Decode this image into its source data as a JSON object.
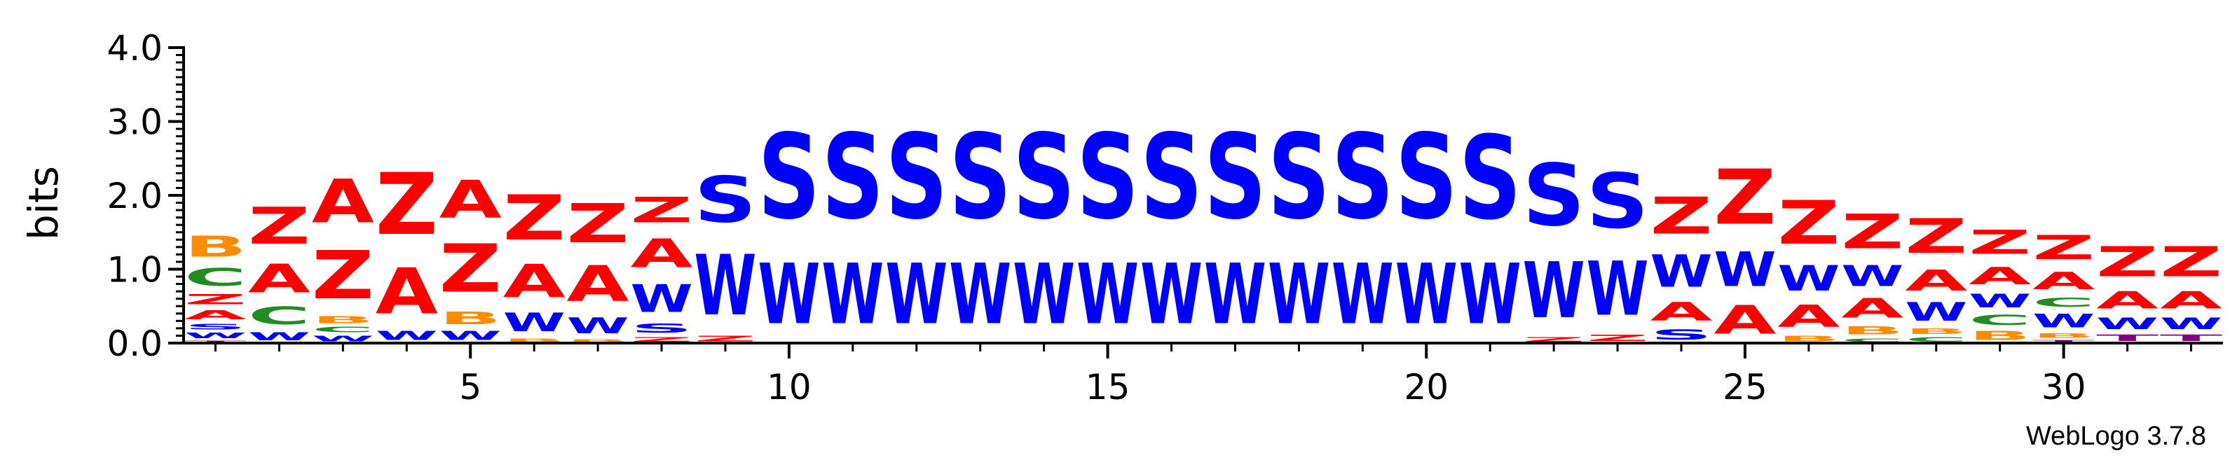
{
  "chart_data": {
    "type": "sequence-logo",
    "ylabel": "bits",
    "ylim": [
      0,
      4
    ],
    "y_ticks": [
      "0.0",
      "1.0",
      "2.0",
      "3.0",
      "4.0"
    ],
    "x_ticks": [
      5,
      10,
      15,
      20,
      25,
      30
    ],
    "x_range": [
      1,
      32
    ],
    "colors": {
      "A": "#ff0000",
      "Z": "#ff0000",
      "S": "#0000ff",
      "W": "#0000ff",
      "B": "#ff8c00",
      "C": "#228b22",
      "T": "#800080"
    },
    "columns": [
      {
        "pos": 1,
        "stack": [
          [
            "T",
            0.04
          ],
          [
            "W",
            0.12
          ],
          [
            "S",
            0.12
          ],
          [
            "A",
            0.2
          ],
          [
            "Z",
            0.22
          ],
          [
            "C",
            0.38
          ],
          [
            "B",
            0.45
          ]
        ]
      },
      {
        "pos": 2,
        "stack": [
          [
            "W",
            0.18
          ],
          [
            "C",
            0.38
          ],
          [
            "A",
            0.62
          ],
          [
            "Z",
            0.8
          ]
        ]
      },
      {
        "pos": 3,
        "stack": [
          [
            "W",
            0.12
          ],
          [
            "C",
            0.12
          ],
          [
            "B",
            0.15
          ],
          [
            "Z",
            1.05
          ],
          [
            "A",
            0.95
          ]
        ]
      },
      {
        "pos": 4,
        "stack": [
          [
            "W",
            0.2
          ],
          [
            "A",
            1.0
          ],
          [
            "Z",
            1.35
          ]
        ]
      },
      {
        "pos": 5,
        "stack": [
          [
            "W",
            0.2
          ],
          [
            "B",
            0.28
          ],
          [
            "Z",
            1.05
          ],
          [
            "A",
            0.82
          ]
        ]
      },
      {
        "pos": 6,
        "stack": [
          [
            "B",
            0.08
          ],
          [
            "W",
            0.4
          ],
          [
            "A",
            0.72
          ],
          [
            "Z",
            0.98
          ]
        ]
      },
      {
        "pos": 7,
        "stack": [
          [
            "B",
            0.06
          ],
          [
            "W",
            0.35
          ],
          [
            "A",
            0.78
          ],
          [
            "Z",
            0.85
          ]
        ]
      },
      {
        "pos": 8,
        "stack": [
          [
            "Z",
            0.1
          ],
          [
            "S",
            0.2
          ],
          [
            "W",
            0.6
          ],
          [
            "A",
            0.62
          ],
          [
            "Z",
            0.55
          ]
        ]
      },
      {
        "pos": 9,
        "stack": [
          [
            "Z",
            0.12
          ],
          [
            "W",
            1.32
          ],
          [
            "S",
            1.0
          ]
        ]
      },
      {
        "pos": 10,
        "stack": [
          [
            "W",
            1.32
          ],
          [
            "S",
            1.85
          ]
        ]
      },
      {
        "pos": 11,
        "stack": [
          [
            "W",
            1.32
          ],
          [
            "S",
            1.85
          ]
        ]
      },
      {
        "pos": 12,
        "stack": [
          [
            "W",
            1.32
          ],
          [
            "S",
            1.85
          ]
        ]
      },
      {
        "pos": 13,
        "stack": [
          [
            "W",
            1.32
          ],
          [
            "S",
            1.85
          ]
        ]
      },
      {
        "pos": 14,
        "stack": [
          [
            "W",
            1.32
          ],
          [
            "S",
            1.85
          ]
        ]
      },
      {
        "pos": 15,
        "stack": [
          [
            "W",
            1.32
          ],
          [
            "S",
            1.85
          ]
        ]
      },
      {
        "pos": 16,
        "stack": [
          [
            "W",
            1.32
          ],
          [
            "S",
            1.85
          ]
        ]
      },
      {
        "pos": 17,
        "stack": [
          [
            "W",
            1.32
          ],
          [
            "S",
            1.85
          ]
        ]
      },
      {
        "pos": 18,
        "stack": [
          [
            "W",
            1.32
          ],
          [
            "S",
            1.85
          ]
        ]
      },
      {
        "pos": 19,
        "stack": [
          [
            "W",
            1.32
          ],
          [
            "S",
            1.85
          ]
        ]
      },
      {
        "pos": 20,
        "stack": [
          [
            "W",
            1.32
          ],
          [
            "S",
            1.85
          ]
        ]
      },
      {
        "pos": 21,
        "stack": [
          [
            "W",
            1.32
          ],
          [
            "S",
            1.82
          ]
        ]
      },
      {
        "pos": 22,
        "stack": [
          [
            "Z",
            0.1
          ],
          [
            "W",
            1.22
          ],
          [
            "S",
            1.35
          ]
        ]
      },
      {
        "pos": 23,
        "stack": [
          [
            "Z",
            0.14
          ],
          [
            "W",
            1.18
          ],
          [
            "S",
            1.2
          ]
        ]
      },
      {
        "pos": 24,
        "stack": [
          [
            "S",
            0.22
          ],
          [
            "A",
            0.4
          ],
          [
            "W",
            0.7
          ],
          [
            "Z",
            0.8
          ]
        ]
      },
      {
        "pos": 25,
        "stack": [
          [
            "A",
            0.62
          ],
          [
            "W",
            0.75
          ],
          [
            "Z",
            1.2
          ]
        ]
      },
      {
        "pos": 26,
        "stack": [
          [
            "B",
            0.12
          ],
          [
            "A",
            0.48
          ],
          [
            "W",
            0.55
          ],
          [
            "Z",
            0.95
          ]
        ]
      },
      {
        "pos": 27,
        "stack": [
          [
            "C",
            0.08
          ],
          [
            "B",
            0.18
          ],
          [
            "A",
            0.42
          ],
          [
            "W",
            0.45
          ],
          [
            "Z",
            0.75
          ]
        ]
      },
      {
        "pos": 28,
        "stack": [
          [
            "C",
            0.1
          ],
          [
            "B",
            0.12
          ],
          [
            "W",
            0.4
          ],
          [
            "A",
            0.45
          ],
          [
            "Z",
            0.75
          ]
        ]
      },
      {
        "pos": 29,
        "stack": [
          [
            "B",
            0.2
          ],
          [
            "C",
            0.22
          ],
          [
            "W",
            0.3
          ],
          [
            "A",
            0.38
          ],
          [
            "Z",
            0.52
          ]
        ]
      },
      {
        "pos": 30,
        "stack": [
          [
            "T",
            0.05
          ],
          [
            "B",
            0.1
          ],
          [
            "W",
            0.3
          ],
          [
            "C",
            0.2
          ],
          [
            "A",
            0.38
          ],
          [
            "Z",
            0.52
          ]
        ]
      },
      {
        "pos": 31,
        "stack": [
          [
            "T",
            0.14
          ],
          [
            "W",
            0.25
          ],
          [
            "A",
            0.38
          ],
          [
            "Z",
            0.65
          ]
        ]
      },
      {
        "pos": 32,
        "stack": [
          [
            "T",
            0.14
          ],
          [
            "W",
            0.25
          ],
          [
            "A",
            0.38
          ],
          [
            "Z",
            0.65
          ]
        ]
      }
    ]
  },
  "footer": "WebLogo 3.7.8"
}
